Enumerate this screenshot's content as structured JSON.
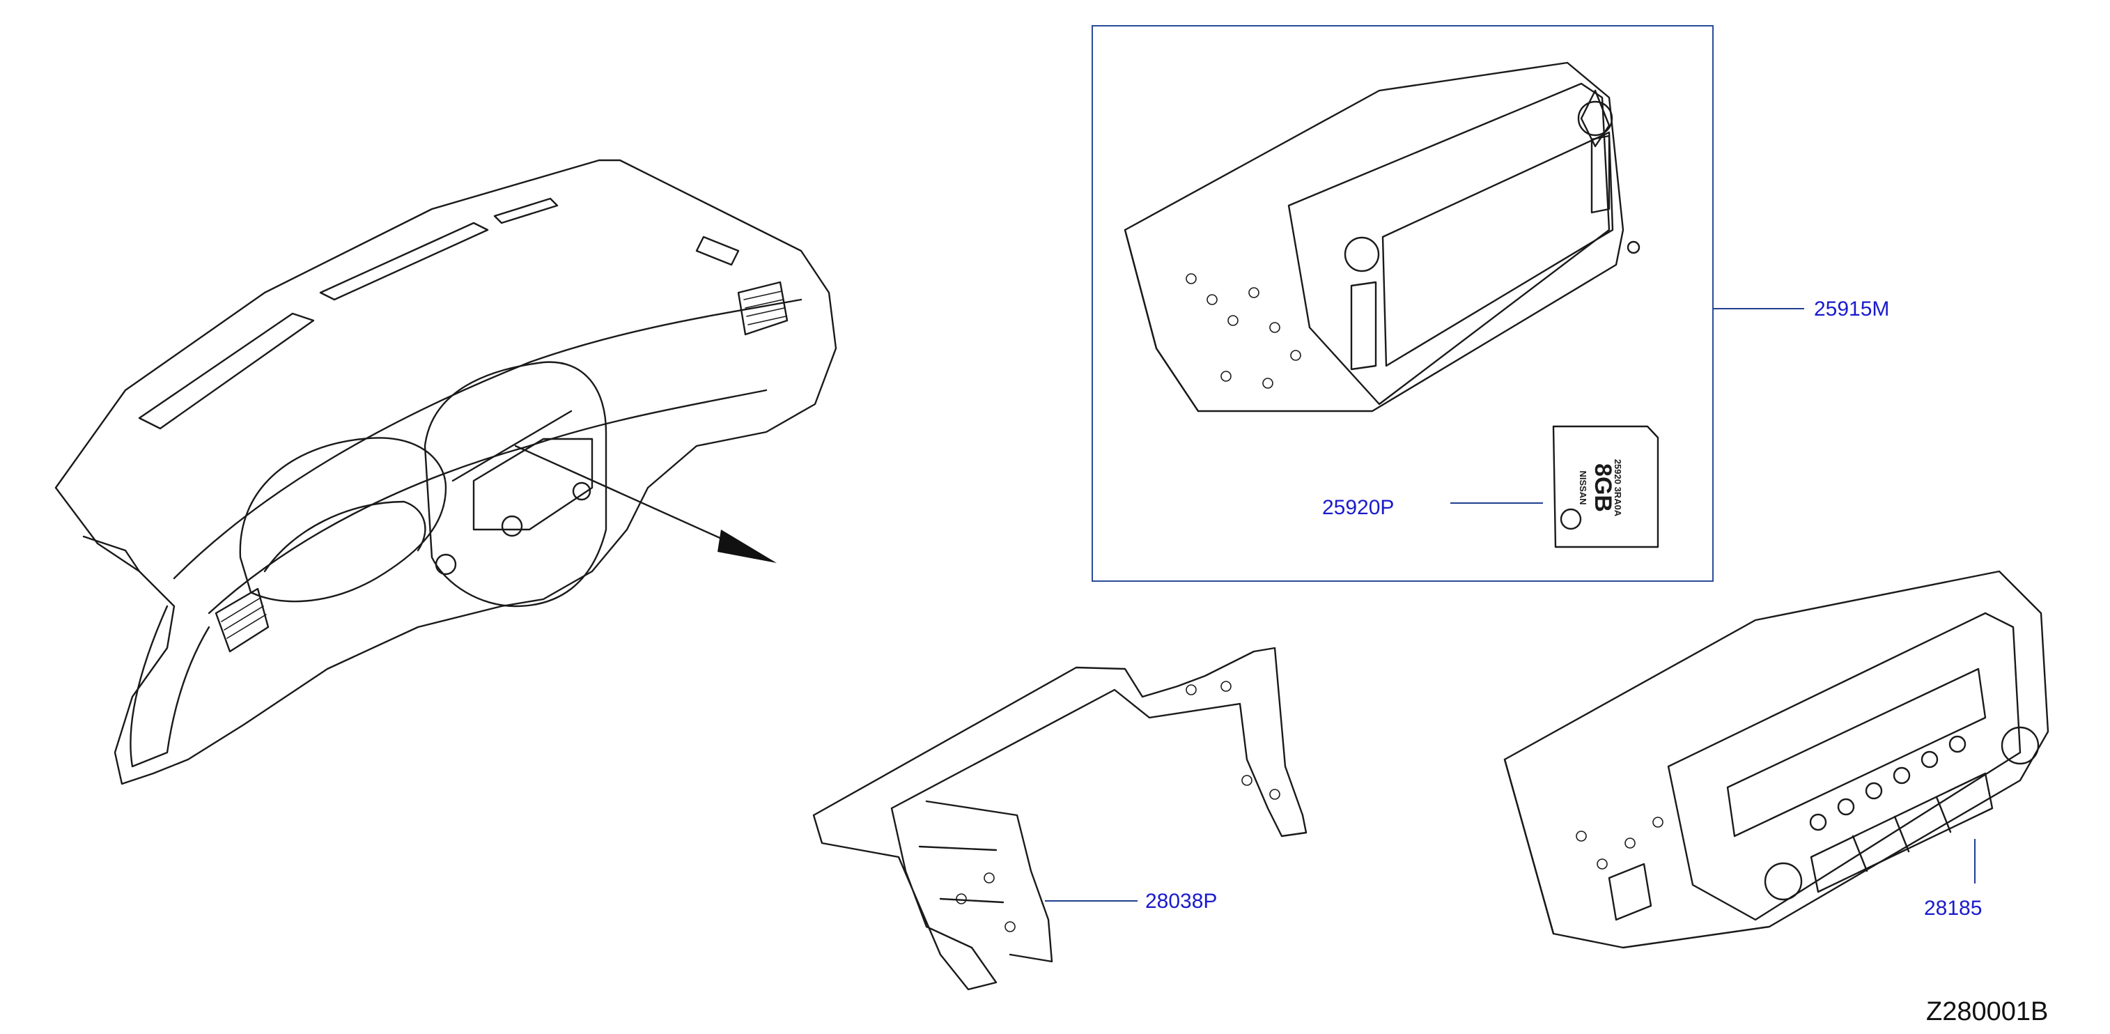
{
  "colors": {
    "line": "#1a1a1a",
    "callout_text": "#1a1acc",
    "callout_line": "#1f3f8f",
    "group_box": "#2a4b9a",
    "background": "#ffffff"
  },
  "callouts": {
    "nav_unit": "25915M",
    "sd_card": "25920P",
    "bracket": "28038P",
    "audio_unit": "28185"
  },
  "sd_card_print": {
    "capacity": "8GB",
    "line1": "25920 3RA0A",
    "line2": "NISSAN"
  },
  "diagram_code": "Z280001B"
}
